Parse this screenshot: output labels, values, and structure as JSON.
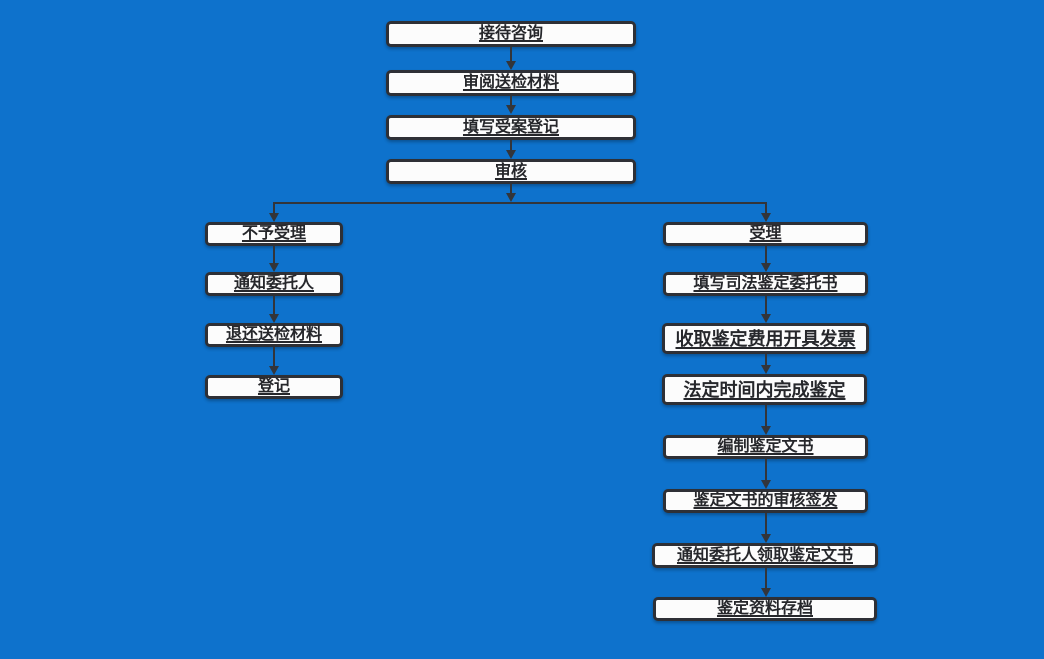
{
  "flowchart": {
    "colors": {
      "background": "#0E72CC",
      "box_fill": "#FCFCFC",
      "box_border": "#2E3036",
      "line": "#33353A",
      "text": "#26272B"
    },
    "main_column": [
      "接待咨询",
      "审阅送检材料",
      "填写受案登记",
      "审核"
    ],
    "reject_branch": [
      "不予受理",
      "通知委托人",
      "退还送检材料",
      "登记"
    ],
    "accept_branch": [
      "受理",
      "填写司法鉴定委托书",
      "收取鉴定费用开具发票",
      "法定时间内完成鉴定",
      "编制鉴定文书",
      "鉴定文书的审核签发",
      "通知委托人领取鉴定文书",
      "鉴定资料存档"
    ]
  }
}
